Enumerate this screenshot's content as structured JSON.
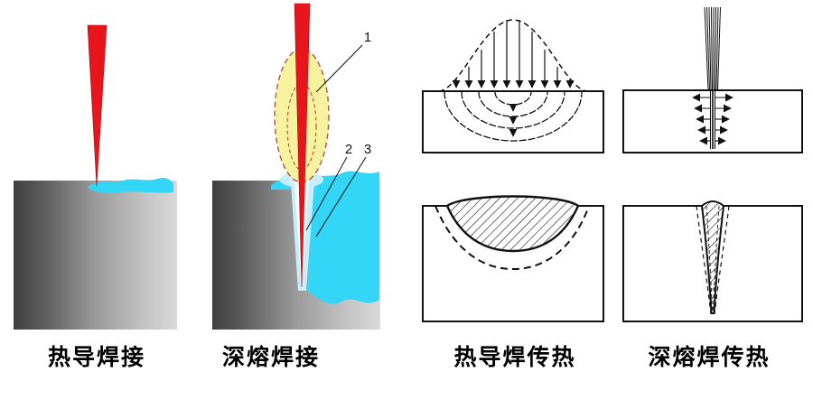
{
  "colors": {
    "laser_red": "#e8151c",
    "laser_red_dark": "#a50d12",
    "melt_cyan": "#33d6f6",
    "melt_cyan_light": "#c6effa",
    "plume_yellow": "#f7f29e",
    "line_black": "#111111"
  },
  "panels": {
    "conduction_welding": {
      "label": "热导焊接"
    },
    "keyhole_welding": {
      "label": "深熔焊接",
      "callout_1": "1",
      "callout_2": "2",
      "callout_3": "3"
    },
    "conduction_heat_transfer": {
      "label": "热导焊传热"
    },
    "keyhole_heat_transfer": {
      "label": "深熔焊传热"
    }
  }
}
